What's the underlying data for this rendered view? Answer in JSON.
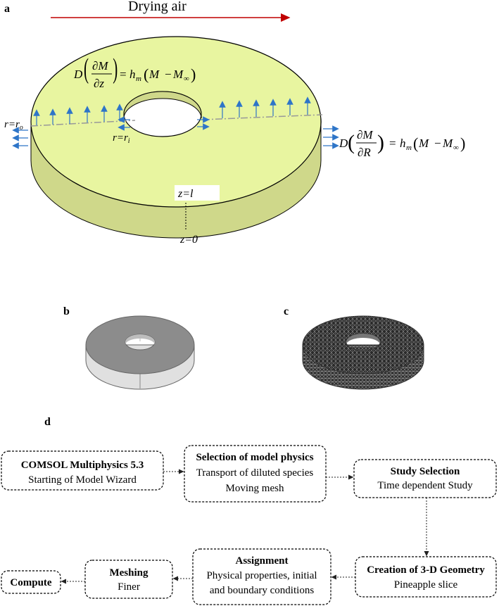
{
  "panel_a": {
    "label": "a",
    "drying_air": "Drying air",
    "r_outer": "r=r",
    "r_outer_sub": "o",
    "r_inner": "r=r",
    "r_inner_sub": "i",
    "z_top": "z=l",
    "z_bottom": "z=0",
    "eq_top": {
      "D": "D",
      "dM": "∂M",
      "dz": "∂z",
      "eq": "=",
      "h": "h",
      "h_sub": "m",
      "M": "M",
      "minus": "−",
      "Minf": "M",
      "inf": "∞"
    },
    "eq_side": {
      "D": "D",
      "dM": "∂M",
      "dR": "∂R",
      "eq": "=",
      "h": "h",
      "h_sub": "m",
      "M": "M",
      "minus": "−",
      "Minf": "M",
      "inf": "∞"
    },
    "colors": {
      "top_face": "#e8f5a0",
      "side_face": "#cfd88a",
      "outline": "#000000",
      "arrow": "#2e75c8",
      "air_arrow": "#c00000"
    }
  },
  "panel_b": {
    "label": "b"
  },
  "panel_c": {
    "label": "c"
  },
  "panel_d": {
    "label": "d",
    "boxes": [
      {
        "id": "comsol",
        "title": "COMSOL Multiphysics 5.3",
        "lines": [
          "Starting of Model Wizard"
        ]
      },
      {
        "id": "physics",
        "title": "Selection of model physics",
        "lines": [
          "Transport of diluted species",
          "Moving mesh"
        ]
      },
      {
        "id": "study",
        "title": "Study Selection",
        "lines": [
          "Time dependent Study"
        ]
      },
      {
        "id": "geometry",
        "title": "Creation of 3-D Geometry",
        "lines": [
          "Pineapple slice"
        ]
      },
      {
        "id": "assignment",
        "title": "Assignment",
        "lines": [
          "Physical properties, initial",
          "and boundary conditions"
        ]
      },
      {
        "id": "meshing",
        "title": "Meshing",
        "lines": [
          "Finer"
        ]
      },
      {
        "id": "compute",
        "title": "Compute",
        "lines": []
      }
    ]
  }
}
